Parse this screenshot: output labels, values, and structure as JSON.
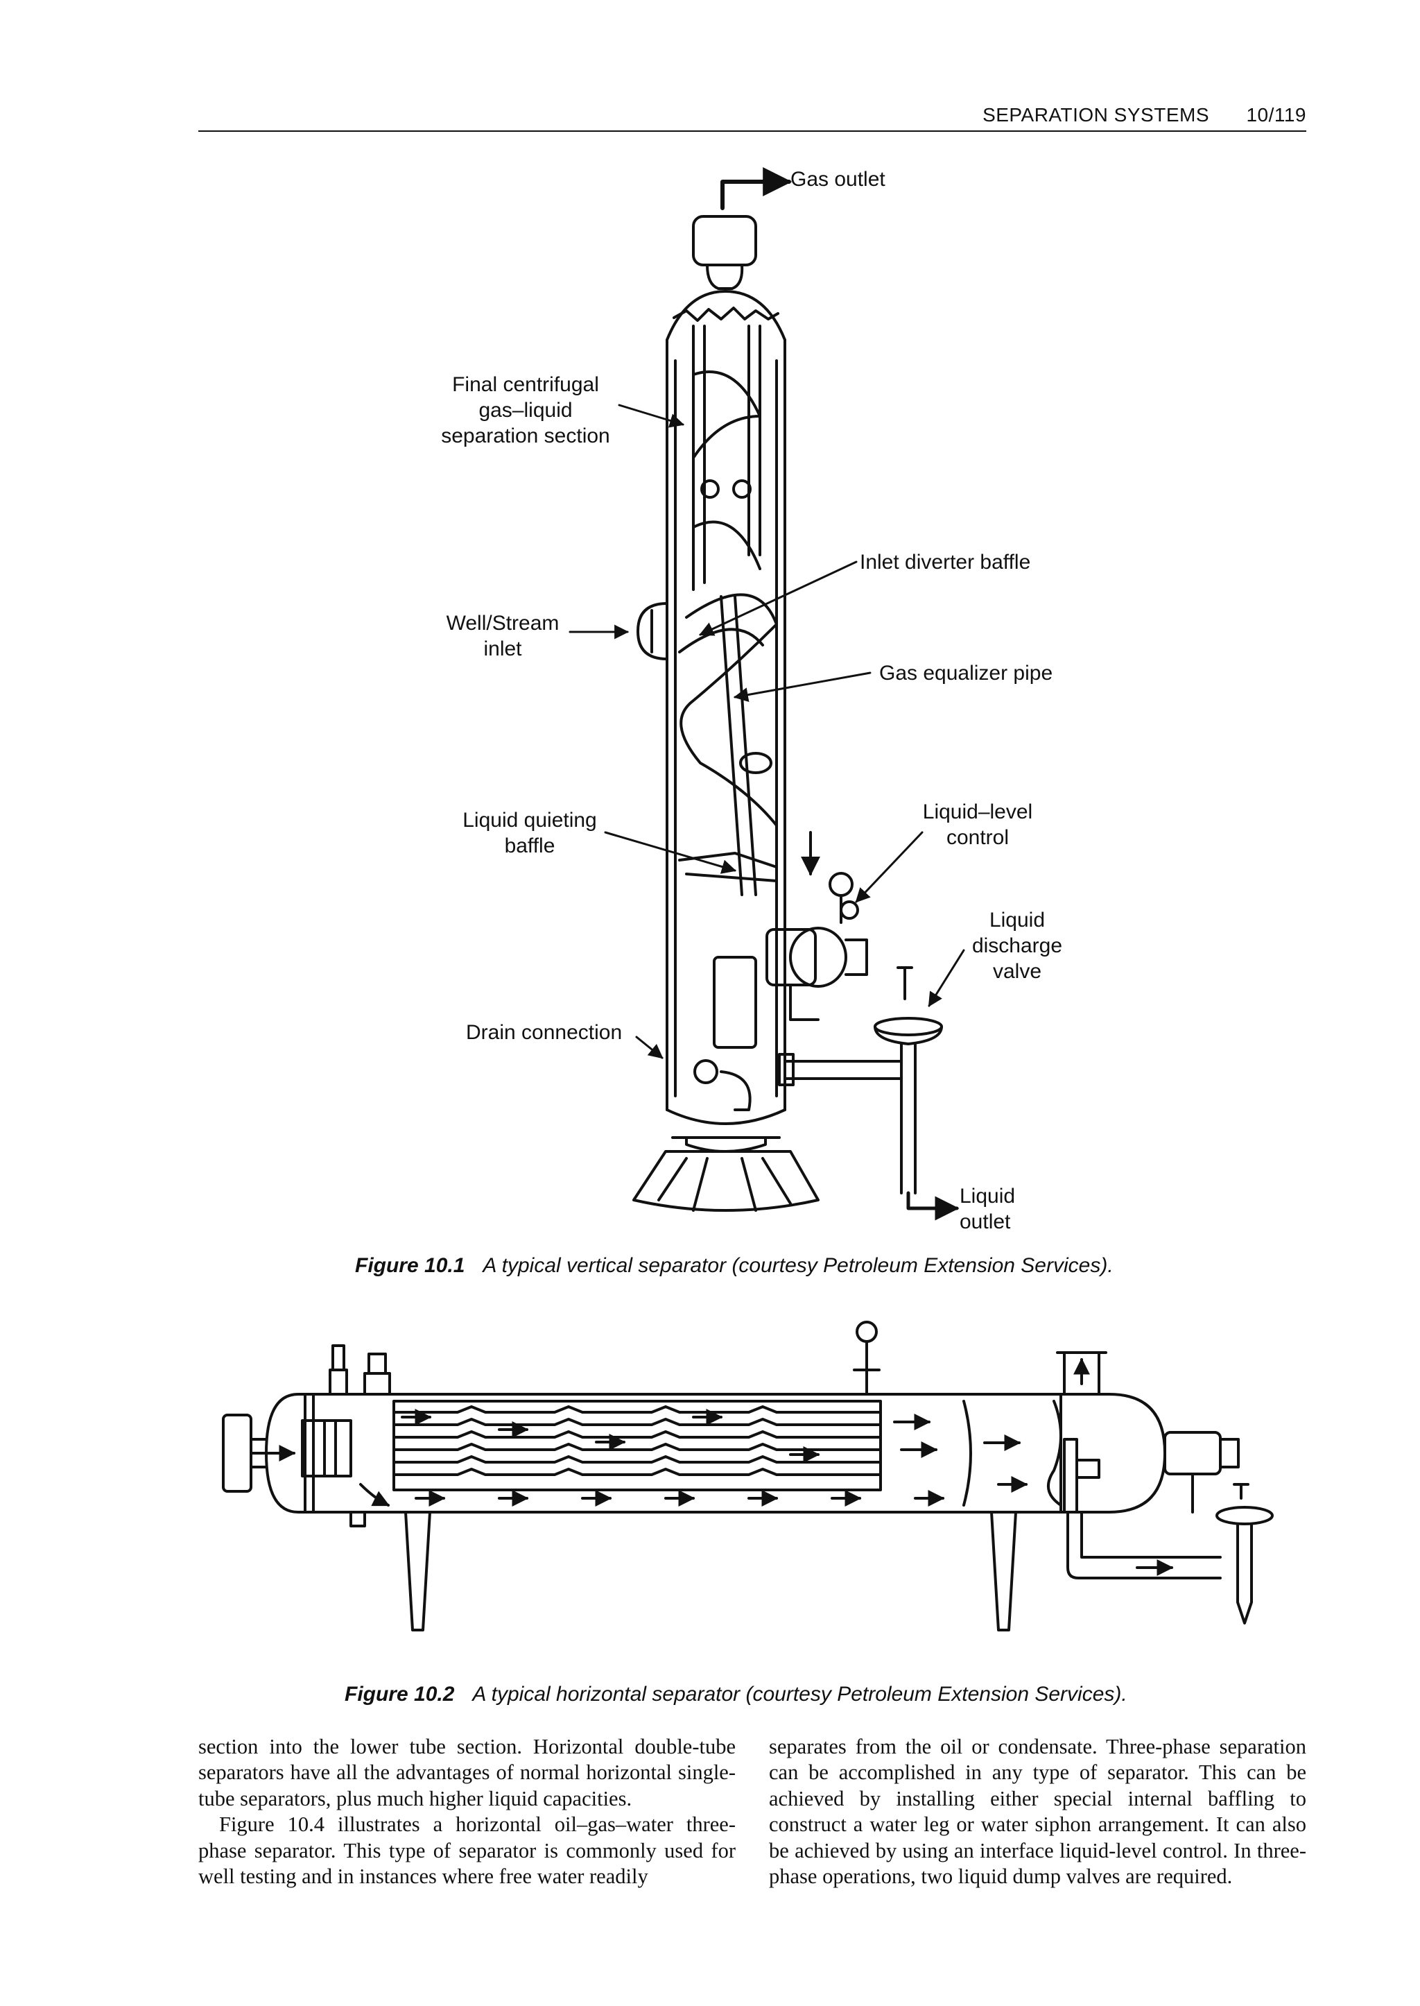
{
  "header": {
    "section": "SEPARATION SYSTEMS",
    "page_number": "10/119"
  },
  "figure1": {
    "number": "Figure 10.1",
    "caption": "A typical vertical separator (courtesy Petroleum Extension Services).",
    "labels": {
      "gas_outlet": "Gas outlet",
      "final_centrifugal": [
        "Final centrifugal",
        "gas–liquid",
        "separation section"
      ],
      "inlet_diverter": "Inlet diverter baffle",
      "well_stream": [
        "Well/Stream",
        "inlet"
      ],
      "gas_equalizer": "Gas equalizer pipe",
      "liquid_quieting": [
        "Liquid quieting",
        "baffle"
      ],
      "liquid_level": [
        "Liquid–level",
        "control"
      ],
      "liquid_discharge": [
        "Liquid",
        "discharge",
        "valve"
      ],
      "drain_connection": "Drain connection",
      "liquid_outlet": [
        "Liquid",
        "outlet"
      ]
    }
  },
  "figure2": {
    "number": "Figure 10.2",
    "caption": "A typical horizontal separator (courtesy Petroleum Extension Services)."
  },
  "body": {
    "left_col": [
      "section into the lower tube section. Horizontal double-tube separators have all the advantages of normal horizontal single-tube separators, plus much higher liquid capacities.",
      "Figure 10.4 illustrates a horizontal oil–gas–water three-phase separator. This type of separator is commonly used for well testing and in instances where free water readily"
    ],
    "right_col": [
      "separates from the oil or condensate. Three-phase separation can be accomplished in any type of separator. This can be achieved by installing either special internal baffling to construct a water leg or water siphon arrangement. It can also be achieved by using an interface liquid-level control. In three-phase operations, two liquid dump valves are required."
    ]
  }
}
